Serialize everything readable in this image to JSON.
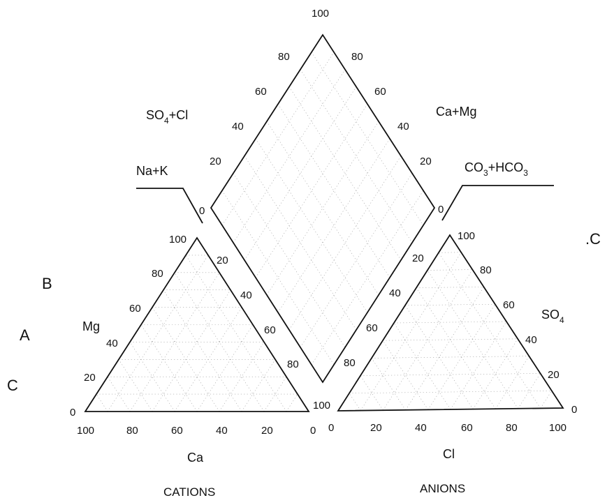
{
  "triangles": {
    "cations": {
      "title": "CATIONS",
      "apex": "Mg",
      "base": "Ca",
      "left_ticks": [
        "0",
        "20",
        "40",
        "60",
        "80",
        "100"
      ],
      "base_ticks": [
        "100",
        "80",
        "60",
        "40",
        "20",
        "0"
      ]
    },
    "anions": {
      "title": "ANIONS",
      "right_component": "SO",
      "right_component_sub": "4",
      "base": "Cl",
      "right_ticks": [
        "0",
        "20",
        "40",
        "60",
        "80",
        "100"
      ],
      "base_ticks": [
        "0",
        "20",
        "40",
        "60",
        "80",
        "100"
      ]
    }
  },
  "diamond": {
    "upper_left_label": {
      "part1": "SO",
      "sub": "4",
      "part2": "+Cl"
    },
    "upper_right_label": "Ca+Mg",
    "lower_left_label": "Na+K",
    "lower_right_label": {
      "part1": "CO",
      "sub1": "3",
      "part2": "+HCO",
      "sub2": "3"
    },
    "upper_left_ticks": [
      "0",
      "20",
      "40",
      "60",
      "80",
      "100"
    ],
    "upper_right_ticks": [
      "80",
      "60",
      "40",
      "20",
      "0"
    ],
    "lower_left_ticks": [
      "20",
      "40",
      "60",
      "80",
      "100"
    ],
    "lower_right_ticks": [
      "20",
      "40",
      "60",
      "80"
    ]
  },
  "side_letters": {
    "b": "B",
    "a": "A",
    "c": "C",
    "c_right": ".C"
  }
}
